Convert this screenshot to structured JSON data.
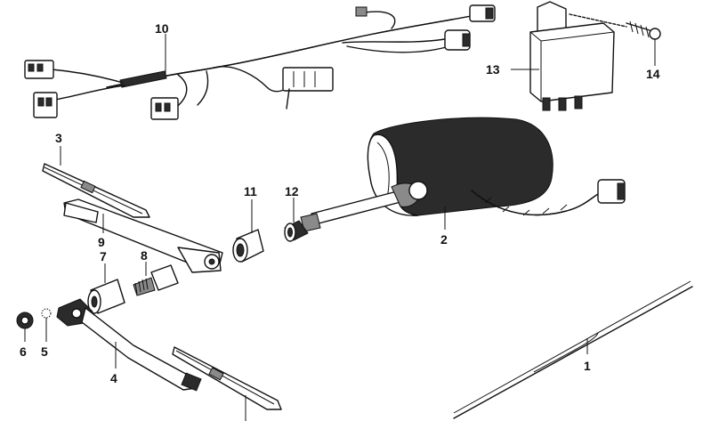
{
  "diagram": {
    "callouts": [
      {
        "id": "c1",
        "text": "1"
      },
      {
        "id": "c2",
        "text": "2"
      },
      {
        "id": "c3",
        "text": "3"
      },
      {
        "id": "c4",
        "text": "4"
      },
      {
        "id": "c5",
        "text": "5"
      },
      {
        "id": "c6",
        "text": "6"
      },
      {
        "id": "c7",
        "text": "7"
      },
      {
        "id": "c8",
        "text": "8"
      },
      {
        "id": "c9",
        "text": "9"
      },
      {
        "id": "c10",
        "text": "10"
      },
      {
        "id": "c11",
        "text": "11"
      },
      {
        "id": "c12",
        "text": "12"
      },
      {
        "id": "c13",
        "text": "13"
      },
      {
        "id": "c14",
        "text": "14"
      }
    ]
  },
  "colors": {
    "ink": "#111111",
    "background": "#ffffff"
  }
}
